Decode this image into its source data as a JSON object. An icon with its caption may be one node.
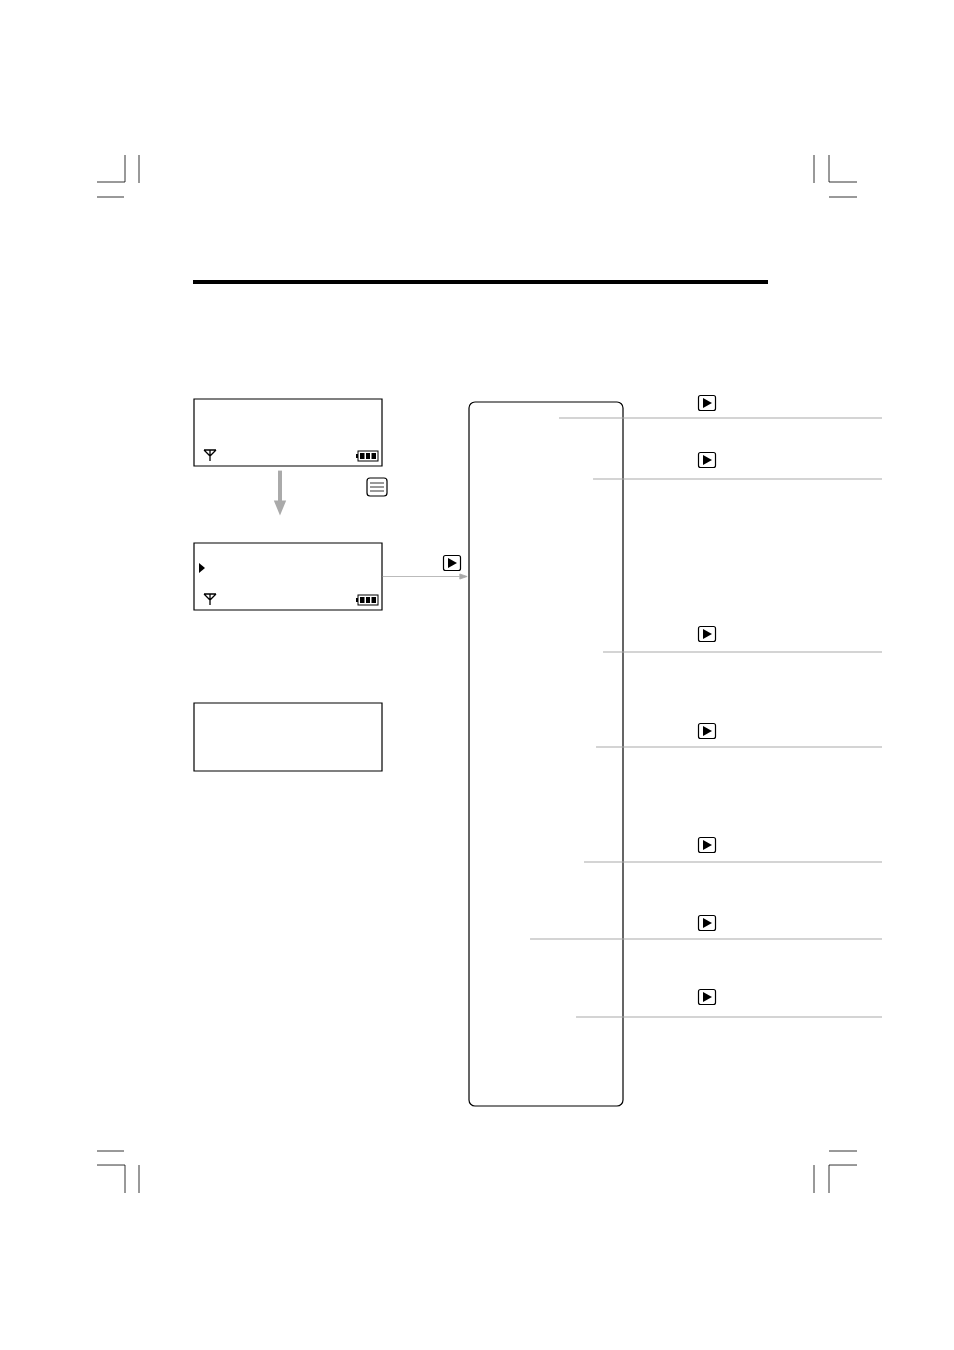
{
  "diagram": {
    "nodes": [
      {
        "text": [],
        "shape": "box"
      },
      {
        "text": [],
        "shape": "box"
      },
      {
        "text": [],
        "shape": "box"
      },
      {
        "text": [],
        "shape": "box"
      }
    ],
    "edges": [
      {
        "from": 0,
        "to": 1,
        "arrow": "to",
        "style": "thick"
      },
      {
        "from": 1,
        "to": 3,
        "arrow": "to"
      }
    ]
  }
}
